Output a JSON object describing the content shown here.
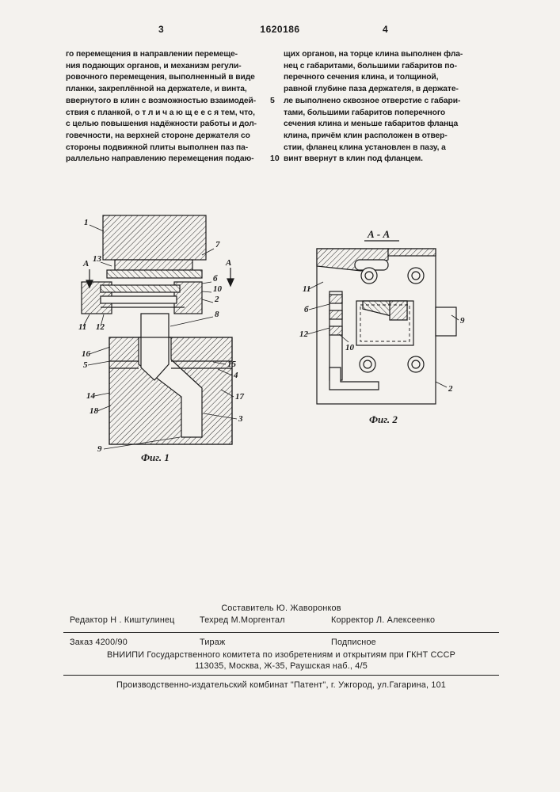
{
  "header": {
    "page_left": "3",
    "patent_number": "1620186",
    "page_right": "4"
  },
  "body_text": {
    "left_column": "го перемещения в направлении перемеще-\nния подающих органов, и механизм регули-\nровочного перемещения, выполненный в виде\nпланки, закреплённой на держателе, и винта,\nввернутого в клин с возможностью взаимодей-\nствия с планкой, о т л и ч а ю щ е е с я тем, что,\nс целью повышения надёжности работы и дол-\nговечности, на верхней стороне держателя со\nстороны подвижной плиты выполнен паз па-\nраллельно направлению перемещения подаю-",
    "right_column": "щих органов, на торце клина выполнен фла-\nнец с габаритами, большими габаритов по-\nперечного сечения клина, и толщиной,\nравной глубине паза держателя, в держате-\nле выполнено сквозное отверстие с габари-\nтами, большими габаритов поперечного\nсечения клина и меньше габаритов фланца\nклина, причём клин расположен в отвер-\nстии, фланец клина установлен в пазу, а\nвинт ввернут в клин под фланцем.",
    "line_marker_5": "5",
    "line_marker_10": "10"
  },
  "figures": {
    "fig1": {
      "caption": "Фиг. 1",
      "labels": [
        "1",
        "7",
        "13",
        "А",
        "А",
        "б",
        "10",
        "2",
        "8",
        "11",
        "12",
        "16",
        "5",
        "15",
        "4",
        "14",
        "17",
        "18",
        "3",
        "9"
      ]
    },
    "fig2": {
      "title": "А - А",
      "caption": "Фиг. 2",
      "labels": [
        "11",
        "б",
        "12",
        "10",
        "9",
        "2"
      ]
    }
  },
  "footer": {
    "compiler": "Составитель  Ю.  Жаворонков",
    "editor": "Редактор  Н .  Киштулинец",
    "techred": "Техред М.Моргентал",
    "corrector": "Корректор  Л.  Алексеенко",
    "order": "Заказ  4200/90",
    "tirazh": "Тираж",
    "podpisnoe": "Подписное",
    "vniipi_line1": "ВНИИПИ Государственного комитета по изобретениям и открытиям при ГКНТ СССР",
    "vniipi_line2": "113035, Москва, Ж-35, Раушская наб., 4/5",
    "publisher": "Производственно-издательский комбинат \"Патент\", г. Ужгород, ул.Гагарина, 101"
  }
}
